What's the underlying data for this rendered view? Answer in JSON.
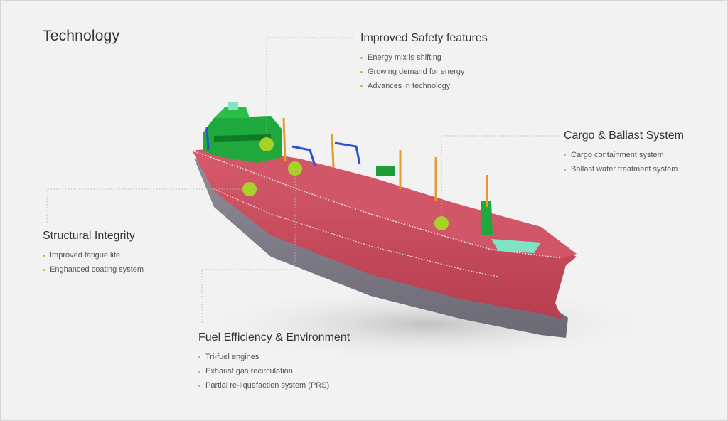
{
  "page": {
    "title": "Technology"
  },
  "colors": {
    "accent": "#9bc53d",
    "hull_red": "#c9495a",
    "hull_grey": "#7d7a86",
    "deck_green": "#1fa83b",
    "background": "#f2f2f2"
  },
  "sections": {
    "safety": {
      "title": "Improved Safety features",
      "items": [
        "Energy mix is shifting",
        "Growing demand for energy",
        " Advances in technology"
      ]
    },
    "cargo": {
      "title": "Cargo & Ballast System",
      "items": [
        "Cargo containment system",
        "Ballast water treatment system"
      ]
    },
    "structural": {
      "title": "Structural Integrity",
      "items": [
        "Improved fatigue life",
        "Enghanced coating system"
      ]
    },
    "fuel": {
      "title": "Fuel Efficiency & Environment",
      "items": [
        "Tri-fuel engines",
        "Exhaust gas recirculation",
        "Partial re-liquefaction system (PRS)"
      ]
    }
  },
  "icons": {
    "hotspot": "hotspot-dot-icon"
  }
}
